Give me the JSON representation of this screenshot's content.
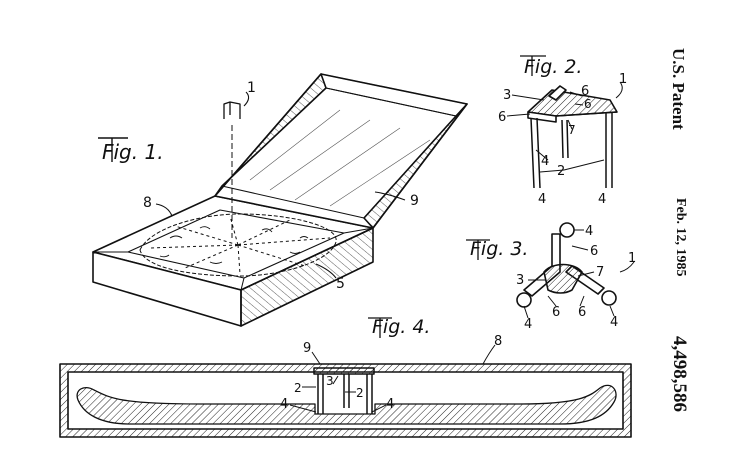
{
  "sheet": {
    "side_header": "U.S. Patent",
    "side_date": "Feb. 12, 1985",
    "side_number": "4,498,586"
  },
  "figures": {
    "fig1": {
      "caption": "Fig. 1.",
      "ref_tripod": "1",
      "ref_box": "8",
      "ref_lid": "9",
      "ref_pizza": "5"
    },
    "fig2": {
      "caption": "Fig. 2.",
      "ref_tripod": "1",
      "ref_hub": "3",
      "ref_arm_a": "6",
      "ref_arm_b": "6",
      "ref_top": "7",
      "ref_leg_a": "4",
      "ref_leg_b": "4",
      "ref_leg_c": "4",
      "ref_support": "2"
    },
    "fig3": {
      "caption": "Fig. 3.",
      "ref_tripod": "1",
      "ref_hub": "3",
      "ref_center": "7",
      "ref_arm_top": "6",
      "ref_arm_left": "6",
      "ref_arm_right": "6",
      "ref_leg_top": "4",
      "ref_leg_left": "4",
      "ref_leg_right": "4"
    },
    "fig4": {
      "caption": "Fig. 4.",
      "ref_lid": "9",
      "ref_box": "8",
      "ref_hub": "3",
      "ref_support_left": "2",
      "ref_support_right": "2",
      "ref_leg_left": "4",
      "ref_leg_right": "4"
    }
  }
}
